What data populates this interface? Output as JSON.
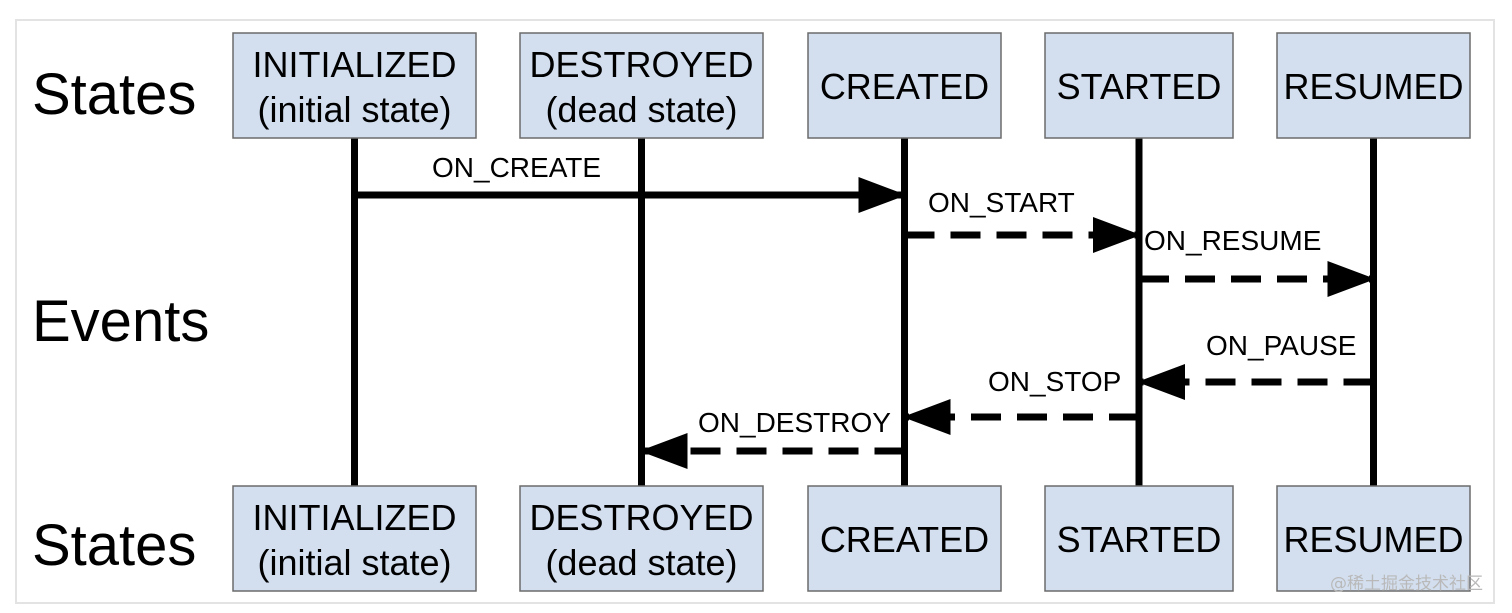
{
  "labels": {
    "states_top": "States",
    "events": "Events",
    "states_bottom": "States"
  },
  "states": [
    {
      "id": "initialized",
      "line1": "INITIALIZED",
      "line2": "(initial state)"
    },
    {
      "id": "destroyed",
      "line1": "DESTROYED",
      "line2": "(dead state)"
    },
    {
      "id": "created",
      "line1": "CREATED",
      "line2": ""
    },
    {
      "id": "started",
      "line1": "STARTED",
      "line2": ""
    },
    {
      "id": "resumed",
      "line1": "RESUMED",
      "line2": ""
    }
  ],
  "events": [
    {
      "id": "on-create",
      "label": "ON_CREATE",
      "from": "initialized",
      "to": "created",
      "style": "solid"
    },
    {
      "id": "on-start",
      "label": "ON_START",
      "from": "created",
      "to": "started",
      "style": "dashed"
    },
    {
      "id": "on-resume",
      "label": "ON_RESUME",
      "from": "started",
      "to": "resumed",
      "style": "dashed"
    },
    {
      "id": "on-pause",
      "label": "ON_PAUSE",
      "from": "resumed",
      "to": "started",
      "style": "dashed"
    },
    {
      "id": "on-stop",
      "label": "ON_STOP",
      "from": "started",
      "to": "created",
      "style": "dashed"
    },
    {
      "id": "on-destroy",
      "label": "ON_DESTROY",
      "from": "created",
      "to": "destroyed",
      "style": "dashed"
    }
  ],
  "colors": {
    "box_fill": "#d3dfef",
    "box_stroke": "#6b6b6b",
    "line": "#000000",
    "frame": "#e3e3e3",
    "watermark": "#b9b9b9"
  },
  "watermark": "@稀土掘金技术社区"
}
